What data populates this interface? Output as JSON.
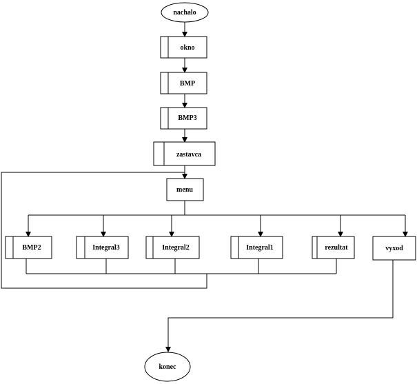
{
  "diagram": {
    "nodes": {
      "start": "nachalo",
      "okno": "okno",
      "bmp": "BMP",
      "bmp3": "BMP3",
      "zastavca": "zastavca",
      "menu": "menu",
      "bmp2": "BMP2",
      "integral3": "Integral3",
      "integral2": "Integral2",
      "integral1": "Integral1",
      "rezultat": "rezultat",
      "vyxod": "vyxod",
      "end": "konec"
    }
  }
}
